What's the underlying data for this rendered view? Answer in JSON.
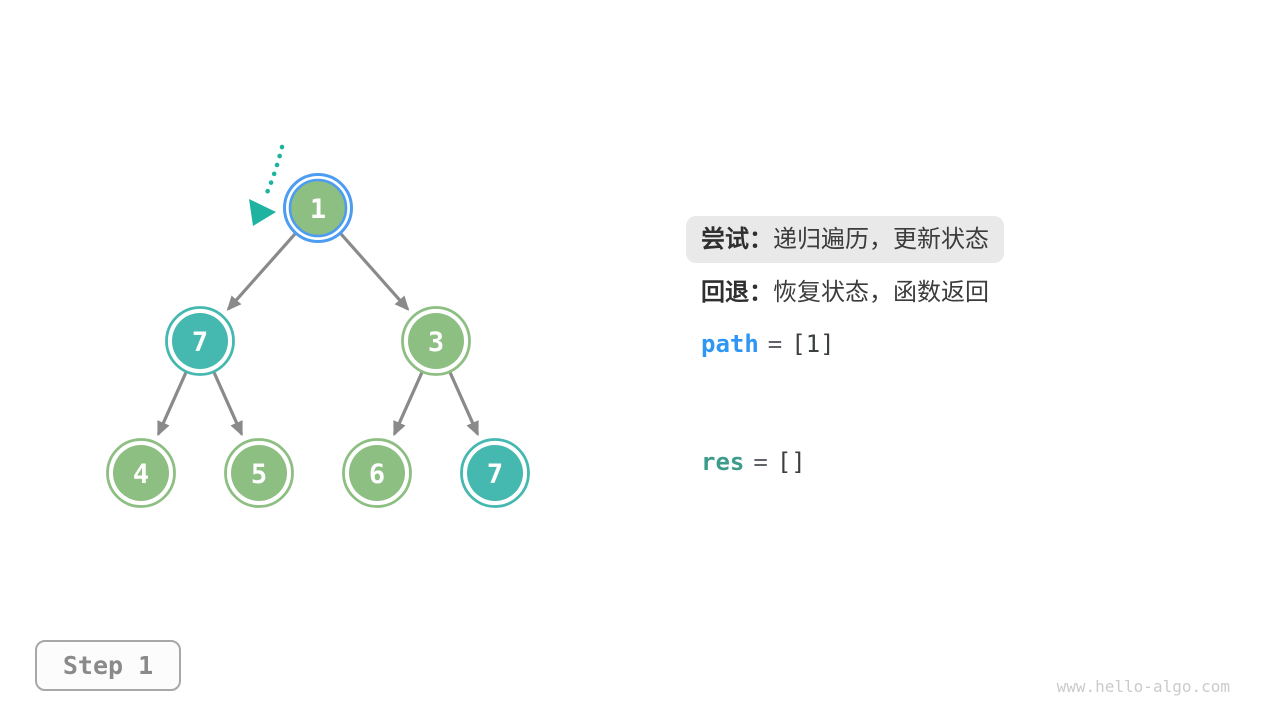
{
  "colors": {
    "node_green": "#8DBE82",
    "node_teal": "#45B8AF",
    "current_blue": "#4C9CF2",
    "edge_gray": "#8A8A8A",
    "pointer_teal": "#1DB3A0",
    "highlight_bg": "#E9E9E9",
    "label_dark": "#2F2F2F",
    "text_dark": "#3C3C3C",
    "code_blue": "#2E96F3",
    "code_teal": "#3D9B8B",
    "eq_gray": "#5F6368",
    "bracket_dark": "#3C4043",
    "step_gray": "#8A8A8A",
    "step_border": "#A8A8A8",
    "watermark_gray": "#CBCBCB"
  },
  "tree": {
    "nodes": [
      {
        "value": "1",
        "state": "green",
        "current": true
      },
      {
        "value": "7",
        "state": "teal",
        "current": false
      },
      {
        "value": "3",
        "state": "green",
        "current": false
      },
      {
        "value": "4",
        "state": "green",
        "current": false
      },
      {
        "value": "5",
        "state": "green",
        "current": false
      },
      {
        "value": "6",
        "state": "green",
        "current": false
      },
      {
        "value": "7",
        "state": "teal",
        "current": false
      }
    ],
    "edges": [
      [
        0,
        1
      ],
      [
        0,
        2
      ],
      [
        1,
        3
      ],
      [
        1,
        4
      ],
      [
        2,
        5
      ],
      [
        2,
        6
      ]
    ]
  },
  "annotations": {
    "try": {
      "label": "尝试：",
      "text": "递归遍历，更新状态"
    },
    "back": {
      "label": "回退：",
      "text": "恢复状态，函数返回"
    }
  },
  "state": {
    "path": {
      "name": "path",
      "eq": "=",
      "value": "[1]"
    },
    "res": {
      "name": "res",
      "eq": "=",
      "value": "[]"
    }
  },
  "step": {
    "label": "Step 1"
  },
  "watermark": "www.hello-algo.com"
}
